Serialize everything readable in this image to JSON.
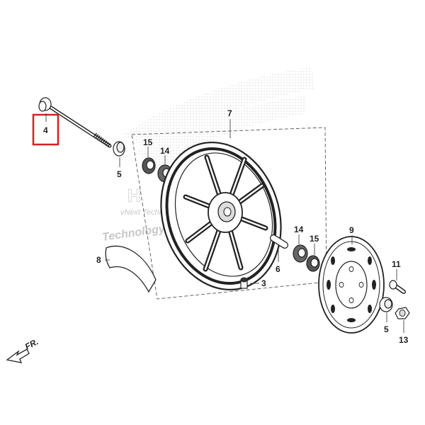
{
  "callouts": {
    "c4": "4",
    "c5a": "5",
    "c15a": "15",
    "c14a": "14",
    "c7": "7",
    "c8": "8",
    "c14b": "14",
    "c15b": "15",
    "c6": "6",
    "c3": "3",
    "c9": "9",
    "c11": "11",
    "c5b": "5",
    "c13": "13"
  },
  "watermark": {
    "line1": "vNext Technology",
    "line2": "Technology"
  },
  "direction_label": "FR.",
  "colors": {
    "highlight_box": "#d42020",
    "line": "#222222",
    "watermark": "#cccccc"
  }
}
